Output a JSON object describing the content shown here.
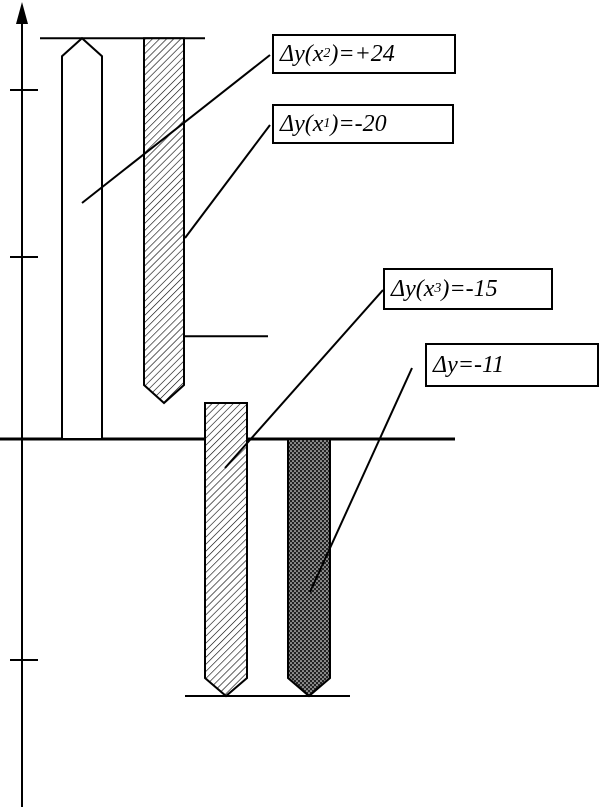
{
  "chart_data": {
    "type": "waterfall",
    "title": "",
    "xlabel": "",
    "ylabel": "",
    "baseline": 0,
    "ylim": [
      -20,
      27
    ],
    "grid": false,
    "bars": [
      {
        "id": "x2",
        "label": "Δy(x₂)=+24",
        "value": 24,
        "start": 0,
        "end": 24,
        "fill": "white"
      },
      {
        "id": "x1",
        "label": "Δy(x₁)=-20",
        "value": -20,
        "start": 24,
        "end": 4,
        "fill": "light-hatch"
      },
      {
        "id": "x3",
        "label": "Δy(x₃)=-15",
        "value": -15,
        "start": 4,
        "end": -11,
        "fill": "light-hatch"
      },
      {
        "id": "total",
        "label": "Δy=-11",
        "value": -11,
        "start": 0,
        "end": -11,
        "fill": "dark-crosshatch"
      }
    ]
  },
  "labels": {
    "x2": {
      "pre": "Δ",
      "var": "y",
      "open": "(x",
      "sub": "2",
      "close": ")",
      "rest": "=+24"
    },
    "x1": {
      "pre": "Δ",
      "var": "y",
      "open": "(x",
      "sub": "1",
      "close": ")",
      "rest": "=-20"
    },
    "x3": {
      "pre": "Δ",
      "var": "y",
      "open": "(x",
      "sub": "3",
      "close": ")",
      "rest": "=-15"
    },
    "total": {
      "pre": "Δ",
      "var": "y",
      "rest": "=-11"
    }
  },
  "colors": {
    "stroke": "#000000",
    "background": "#ffffff",
    "light_fill": "#ffffff",
    "dark_fill": "#000000"
  }
}
